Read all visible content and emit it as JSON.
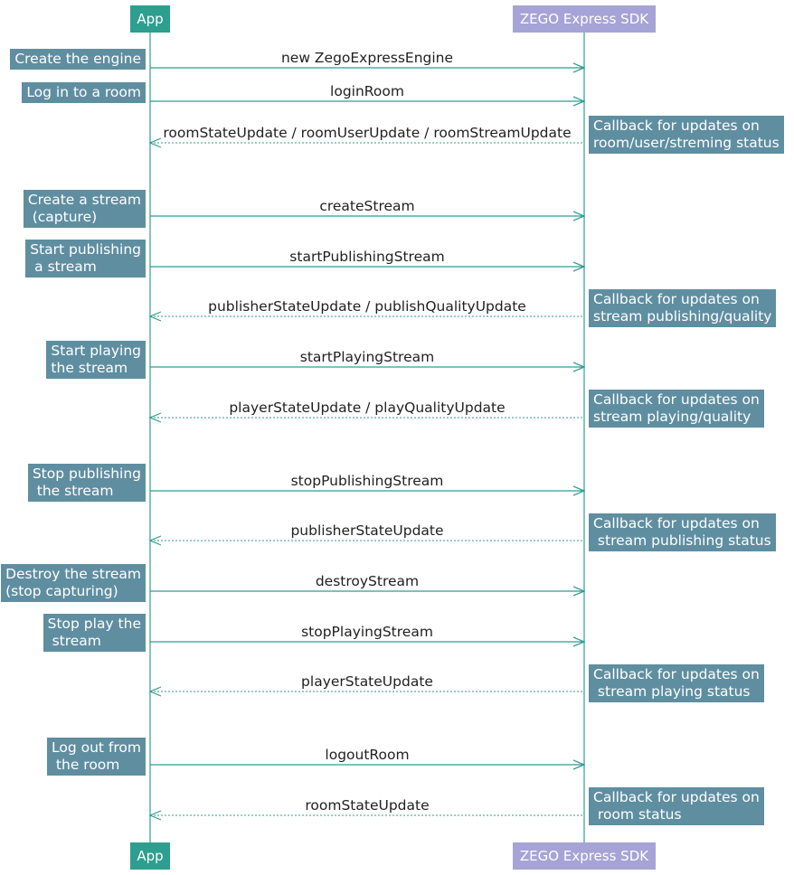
{
  "participants": {
    "app": "App",
    "sdk": "ZEGO Express SDK"
  },
  "steps": [
    {
      "action": "Create the engine",
      "call": "new ZegoExpressEngine",
      "callback": null,
      "callback_note": null
    },
    {
      "action": "Log in to a room",
      "call": "loginRoom",
      "callback": "roomStateUpdate / roomUserUpdate / roomStreamUpdate",
      "callback_note": "Callback for updates on\nroom/user/streming status"
    },
    {
      "action": "Create a stream\n (capture)",
      "call": "createStream",
      "callback": null,
      "callback_note": null
    },
    {
      "action": "Start publishing\n a stream",
      "call": "startPublishingStream",
      "callback": "publisherStateUpdate / publishQualityUpdate",
      "callback_note": "Callback for updates on\nstream publishing/quality"
    },
    {
      "action": "Start playing\nthe stream",
      "call": "startPlayingStream",
      "callback": "playerStateUpdate / playQualityUpdate",
      "callback_note": "Callback for updates on\nstream playing/quality"
    },
    {
      "action": "Stop publishing\n the stream",
      "call": "stopPublishingStream",
      "callback": "publisherStateUpdate",
      "callback_note": "Callback for updates on\n stream publishing status"
    },
    {
      "action": "Destroy the stream\n(stop capturing)",
      "call": "destroyStream",
      "callback": null,
      "callback_note": null
    },
    {
      "action": "Stop play the\n stream",
      "call": "stopPlayingStream",
      "callback": "playerStateUpdate",
      "callback_note": "Callback for updates on\n stream playing status"
    },
    {
      "action": "Log out from\n the room",
      "call": "logoutRoom",
      "callback": "roomStateUpdate",
      "callback_note": "Callback for updates on\n room status"
    }
  ]
}
